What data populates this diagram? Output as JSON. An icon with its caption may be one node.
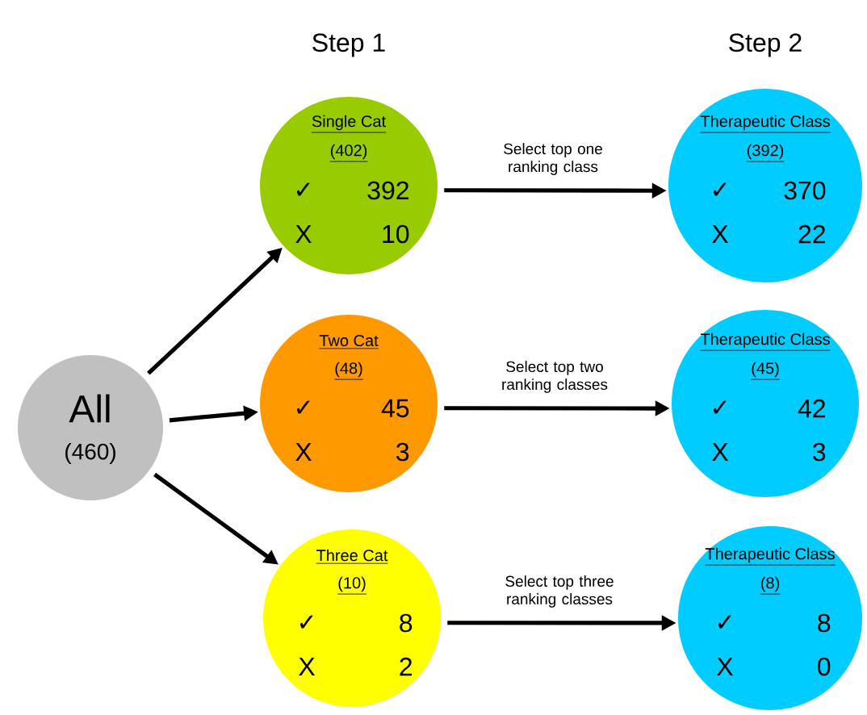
{
  "diagram": {
    "nodes": [
      {
        "text": [
          "All",
          "(460)"
        ]
      },
      {
        "text": [
          "Single Cat",
          "(402)",
          "✓",
          "392",
          "X",
          "10"
        ]
      },
      {
        "text": [
          "Two Cat",
          "(48)",
          "✓",
          "45",
          "X",
          "3"
        ]
      },
      {
        "text": [
          "Three Cat",
          "(10)",
          "✓",
          "8",
          "X",
          "2"
        ]
      },
      {
        "text": [
          "Therapeutic Class",
          "(392)",
          "✓",
          "370",
          "X",
          "22"
        ]
      },
      {
        "text": [
          "Therapeutic Class",
          "(45)",
          "✓",
          "42",
          "X",
          "3"
        ]
      },
      {
        "text": [
          "Therapeutic Class",
          "(8)",
          "✓",
          "8",
          "X",
          "0"
        ]
      }
    ],
    "edges": [
      {
        "from": 0,
        "to": 1,
        "arrow": "to"
      },
      {
        "from": 0,
        "to": 2,
        "arrow": "to"
      },
      {
        "from": 0,
        "to": 3,
        "arrow": "to"
      },
      {
        "from": 1,
        "to": 4,
        "arrow": "to",
        "label": "Select top one ranking class"
      },
      {
        "from": 2,
        "to": 5,
        "arrow": "to",
        "label": "Select top two ranking classes"
      },
      {
        "from": 3,
        "to": 6,
        "arrow": "to",
        "label": "Select top three ranking classes"
      }
    ],
    "labels": [
      "Step 1",
      "Step 2"
    ]
  }
}
